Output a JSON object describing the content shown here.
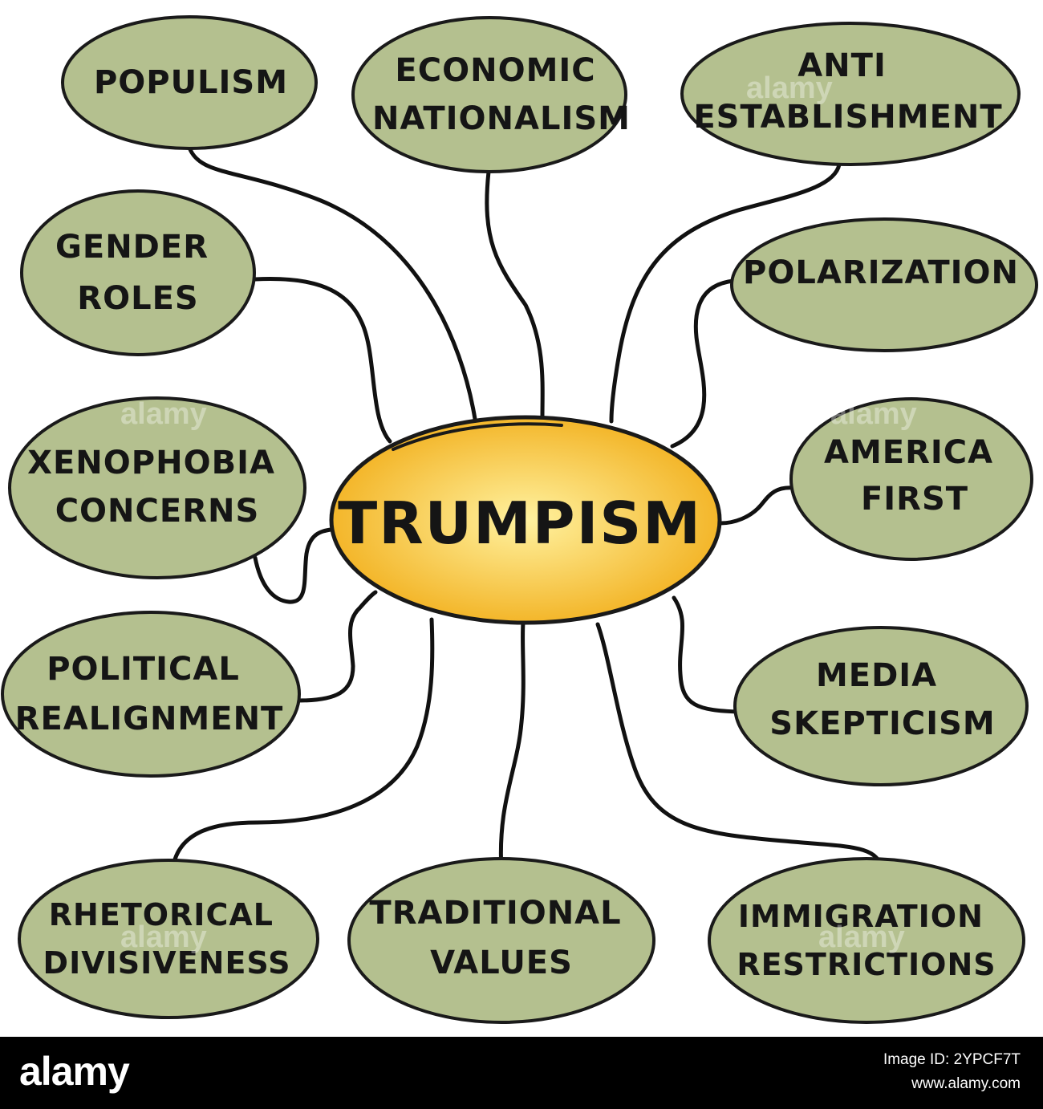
{
  "diagram": {
    "center": {
      "label": "TRUMPISM"
    },
    "nodes": [
      {
        "id": "populism",
        "lines": [
          "POPULISM"
        ]
      },
      {
        "id": "economic-nationalism",
        "lines": [
          "ECONOMIC",
          "NATIONALISM"
        ]
      },
      {
        "id": "anti-establishment",
        "lines": [
          "ANTI",
          "ESTABLISHMENT"
        ]
      },
      {
        "id": "gender-roles",
        "lines": [
          "GENDER",
          "ROLES"
        ]
      },
      {
        "id": "polarization",
        "lines": [
          "POLARIZATION"
        ]
      },
      {
        "id": "xenophobia-concerns",
        "lines": [
          "XENOPHOBIA",
          "CONCERNS"
        ]
      },
      {
        "id": "america-first",
        "lines": [
          "AMERICA",
          "FIRST"
        ]
      },
      {
        "id": "political-realignment",
        "lines": [
          "POLITICAL",
          "REALIGNMENT"
        ]
      },
      {
        "id": "media-skepticism",
        "lines": [
          "MEDIA",
          "SKEPTICISM"
        ]
      },
      {
        "id": "rhetorical-divisiveness",
        "lines": [
          "RHETORICAL",
          "DIVISIVENESS"
        ]
      },
      {
        "id": "traditional-values",
        "lines": [
          "TRADITIONAL",
          "VALUES"
        ]
      },
      {
        "id": "immigration-restrictions",
        "lines": [
          "IMMIGRATION",
          "RESTRICTIONS"
        ]
      }
    ]
  },
  "colors": {
    "node_fill": "#b4c08f",
    "node_stroke": "#1a1a1a",
    "center_fill_inner": "#fff2a0",
    "center_fill_outer": "#f2b01e",
    "connector": "#111111"
  },
  "watermark": {
    "text": "alamy"
  },
  "footer": {
    "brand": "alamy",
    "image_id": "Image ID: 2YPCF7T",
    "site": "www.alamy.com"
  }
}
